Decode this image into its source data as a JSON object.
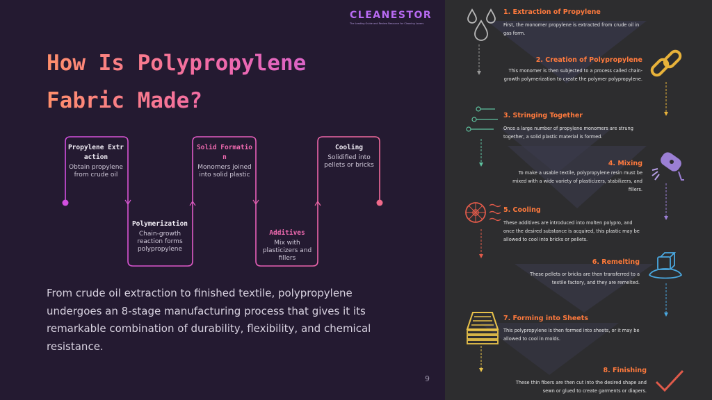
{
  "logo": {
    "name": "CLEANESTOR",
    "tagline": "The Leading Guide and Review Resource for Cleaning Lovers"
  },
  "slide": {
    "title": "How Is Polypropylene Fabric Made?",
    "body": "From crude oil extraction to finished textile, polypropylene undergoes an 8-stage manufacturing process that gives it its remarkable combination of durability, flexibility, and chemical resistance.",
    "page_number": "9"
  },
  "flow": [
    {
      "title": "Propylene Extraction",
      "desc": "Obtain propylene from crude oil"
    },
    {
      "title": "Polymerization",
      "desc": "Chain-growth reaction forms polypropylene"
    },
    {
      "title": "Solid Formation",
      "desc": "Monomers joined into solid plastic"
    },
    {
      "title": "Additives",
      "desc": "Mix with plasticizers and fillers"
    },
    {
      "title": "Cooling",
      "desc": "Solidified into pellets or bricks"
    }
  ],
  "steps": [
    {
      "title": "1. Extraction of Propylene",
      "desc": "First, the monomer propylene is extracted from crude oil in gas form.",
      "icon": "oil-drops-icon"
    },
    {
      "title": "2. Creation of Polypropylene",
      "desc": "This monomer is then subjected to a process called chain-growth polymerization to create the polymer polypropylene.",
      "icon": "chain-link-icon"
    },
    {
      "title": "3. Stringing Together",
      "desc": "Once a large number of propylene monomers are strung together, a solid plastic material is formed.",
      "icon": "needles-icon"
    },
    {
      "title": "4. Mixing",
      "desc": "To make a usable textile, polypropylene resin must be mixed with a wide variety of plasticizers, stabilizers, and fillers.",
      "icon": "mixer-icon"
    },
    {
      "title": "5. Cooling",
      "desc": "These additives are introduced into molten polypro, and once the desired substance is acquired, this plastic may be allowed to cool into bricks or pellets.",
      "icon": "cooling-fan-icon"
    },
    {
      "title": "6. Remelting",
      "desc": "These pellets or bricks are then transferred to a textile factory, and they are remelted.",
      "icon": "melting-ice-icon"
    },
    {
      "title": "7. Forming into Sheets",
      "desc": "This polypropylene is then formed into sheets, or it may be allowed to cool in molds.",
      "icon": "sheets-stack-icon"
    },
    {
      "title": "8. Finishing",
      "desc": "These thin fibers are then cut into the desired shape and sewn or glued to create garments or diapers.",
      "icon": "checkmark-icon"
    }
  ],
  "colors": {
    "accent_orange": "#ff7a3d",
    "accent_pink": "#f06ab0",
    "accent_purple": "#b86af2",
    "left_bg": "#241a31",
    "right_bg": "#2d2d2f"
  }
}
